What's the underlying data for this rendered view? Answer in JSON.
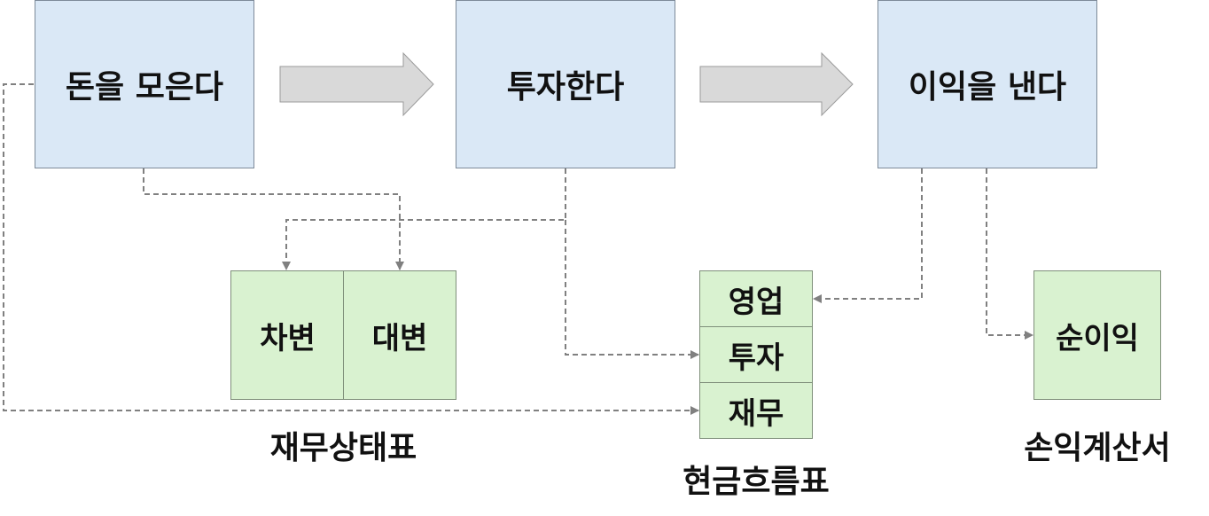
{
  "steps": {
    "collect": "돈을 모은다",
    "invest": "투자한다",
    "profit": "이익을 낸다"
  },
  "balance_sheet": {
    "debit": "차변",
    "credit": "대변",
    "caption": "재무상태표"
  },
  "cash_flow": {
    "operating": "영업",
    "investing": "투자",
    "financing": "재무",
    "caption": "현금흐름표"
  },
  "income_statement": {
    "net_income": "순이익",
    "caption": "손익계산서"
  },
  "colors": {
    "step_fill": "#dae8f6",
    "statement_fill": "#d9f2d0",
    "arrow_fill": "#d9d9d9",
    "connector": "#808080"
  }
}
